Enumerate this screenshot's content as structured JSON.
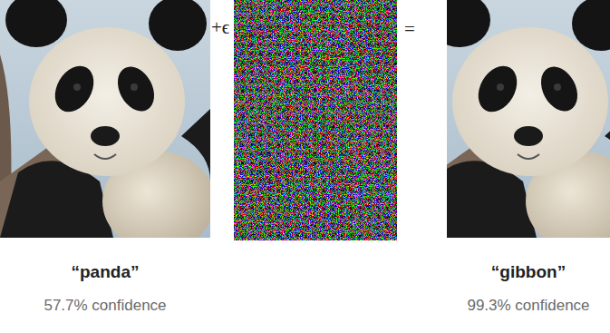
{
  "diagram": {
    "labels": [
      "+ϵ",
      "=",
      "“panda”",
      "57.7% confidence",
      "“gibbon”",
      "99.3% confidence"
    ]
  }
}
